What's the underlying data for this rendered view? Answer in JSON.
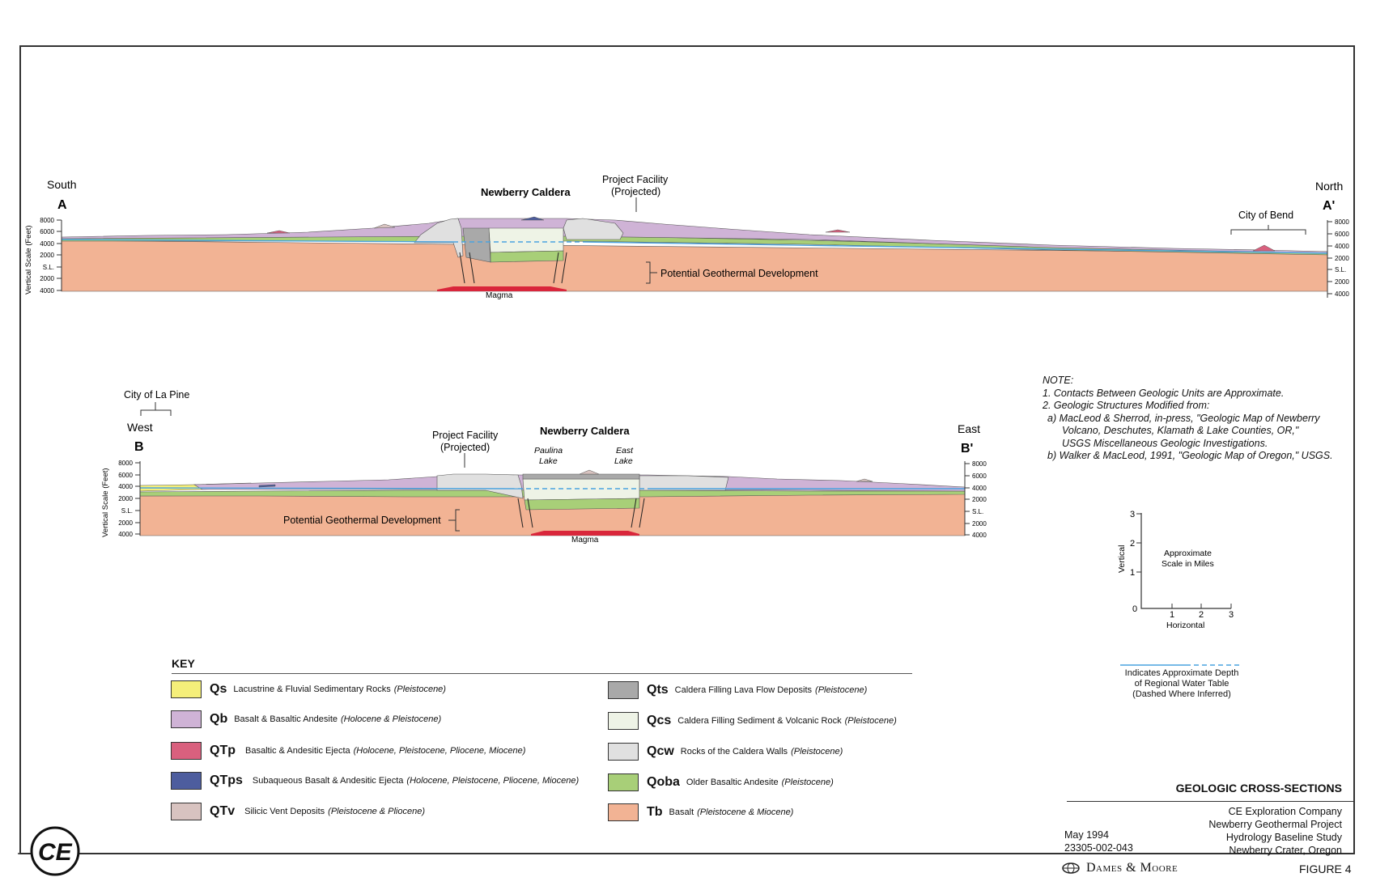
{
  "section_a": {
    "left_direction": "South",
    "left_label": "A",
    "right_direction": "North",
    "right_label": "A'",
    "caldera_label": "Newberry Caldera",
    "facility_label_1": "Project Facility",
    "facility_label_2": "(Projected)",
    "city_label": "City of Bend",
    "geothermal_label": "Potential Geothermal Development",
    "magma_label": "Magma"
  },
  "section_b": {
    "left_direction": "West",
    "left_label": "B",
    "right_direction": "East",
    "right_label": "B'",
    "caldera_label": "Newberry Caldera",
    "facility_label_1": "Project Facility",
    "facility_label_2": "(Projected)",
    "city_label": "City of La Pine",
    "lake1_label_1": "Paulina",
    "lake1_label_2": "Lake",
    "lake2_label_1": "East",
    "lake2_label_2": "Lake",
    "geothermal_label": "Potential Geothermal Development",
    "magma_label": "Magma"
  },
  "vertical_axis": {
    "title": "Vertical Scale (Feet)",
    "ticks": [
      "8000",
      "6000",
      "4000",
      "2000",
      "S.L.",
      "2000",
      "4000"
    ]
  },
  "note": {
    "heading": "NOTE:",
    "lines": [
      "1.  Contacts Between Geologic Units are Approximate.",
      "2.  Geologic Structures Modified from:",
      "  a)  MacLeod & Sherrod, in-press, \"Geologic Map of Newberry",
      "       Volcano, Deschutes, Klamath & Lake Counties, OR,\"",
      "       USGS Miscellaneous Geologic Investigations.",
      "  b)  Walker & MacLeod, 1991, \"Geologic Map of Oregon,\" USGS."
    ]
  },
  "scale": {
    "vertical_label": "Vertical",
    "horizontal_label": "Horizontal",
    "title_1": "Approximate",
    "title_2": "Scale in Miles",
    "v_ticks": [
      "1",
      "2",
      "3"
    ],
    "h_ticks": [
      "1",
      "2",
      "3"
    ],
    "origin": "0"
  },
  "water_table_legend": {
    "line_1": "Indicates Approximate Depth",
    "line_2": "of Regional Water Table",
    "line_3": "(Dashed Where Inferred)",
    "color": "#4aa3df"
  },
  "key": {
    "title": "KEY",
    "left": [
      {
        "code": "Qs",
        "desc": "Lacustrine & Fluvial Sedimentary Rocks",
        "age": "(Pleistocene)",
        "color": "#f5ef7a"
      },
      {
        "code": "Qb",
        "desc": "Basalt & Basaltic Andesite",
        "age": "(Holocene & Pleistocene)",
        "color": "#cfb3d6"
      },
      {
        "code": "QTp",
        "desc": "Basaltic & Andesitic Ejecta",
        "age": "(Holocene, Pleistocene, Pliocene, Miocene)",
        "color": "#d9607e"
      },
      {
        "code": "QTps",
        "desc": "Subaqueous Basalt & Andesitic Ejecta",
        "age": "(Holocene, Pleistocene, Pliocene, Miocene)",
        "color": "#4d5d9e"
      },
      {
        "code": "QTv",
        "desc": "Silicic Vent Deposits",
        "age": "(Pleistocene & Pliocene)",
        "color": "#d8c3c0"
      }
    ],
    "right": [
      {
        "code": "Qts",
        "desc": "Caldera Filling Lava Flow Deposits",
        "age": "(Pleistocene)",
        "color": "#a9a9a9"
      },
      {
        "code": "Qcs",
        "desc": "Caldera Filling Sediment & Volcanic Rock",
        "age": "(Pleistocene)",
        "color": "#eef3e6"
      },
      {
        "code": "Qcw",
        "desc": "Rocks of the Caldera Walls",
        "age": "(Pleistocene)",
        "color": "#e0e0e0"
      },
      {
        "code": "Qoba",
        "desc": "Older Basaltic Andesite",
        "age": "(Pleistocene)",
        "color": "#a8cf78"
      },
      {
        "code": "Tb",
        "desc": "Basalt",
        "age": "(Pleistocene & Miocene)",
        "color": "#f2b394"
      }
    ]
  },
  "title_block": {
    "title": "GEOLOGIC CROSS-SECTIONS",
    "lines": [
      "CE Exploration Company",
      "Newberry Geothermal Project",
      "Hydrology Baseline Study",
      "Newberry Crater, Oregon"
    ],
    "date": "May 1994",
    "job_number": "23305-002-043",
    "firm": "Dames & Moore",
    "figure": "FIGURE 4"
  },
  "logo_text": "CE"
}
